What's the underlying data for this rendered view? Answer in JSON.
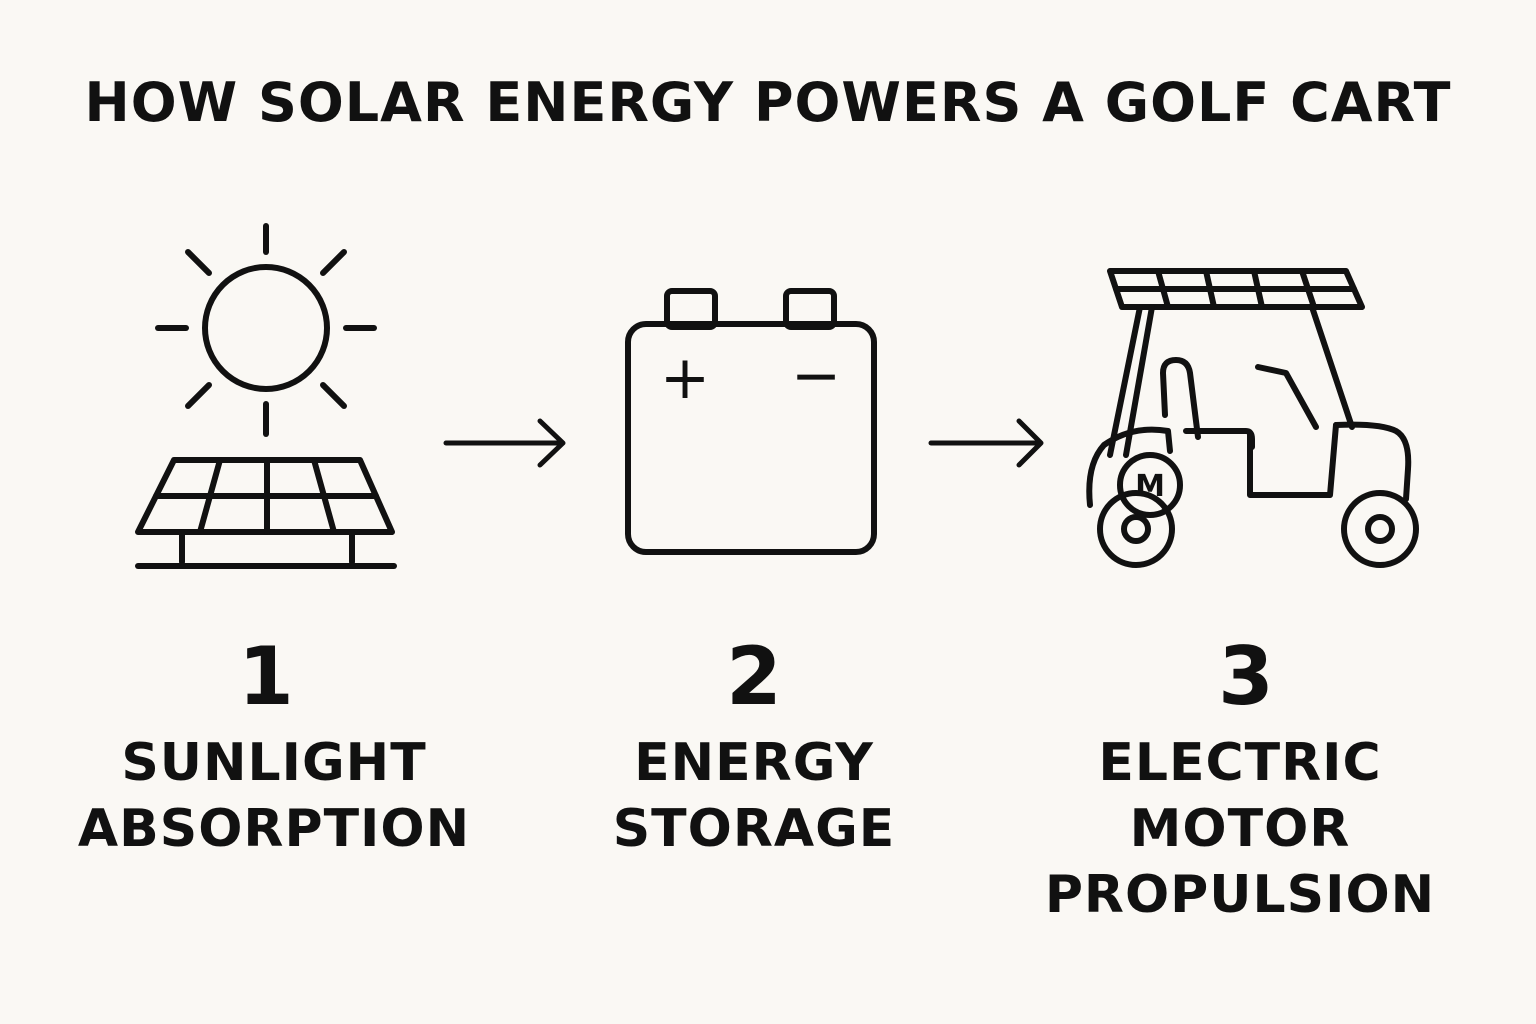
{
  "title": "HOW SOLAR ENERGY POWERS A GOLF CART",
  "steps": [
    {
      "number": "1",
      "lines": [
        "SUNLIGHT",
        "ABSORPTION"
      ],
      "icon": "sun-and-solar-panel-icon"
    },
    {
      "number": "2",
      "lines": [
        "ENERGY",
        "STORAGE"
      ],
      "icon": "battery-icon"
    },
    {
      "number": "3",
      "lines": [
        "ELECTRIC",
        "MOTOR",
        "PROPULSION"
      ],
      "icon": "solar-golf-cart-icon"
    }
  ],
  "battery": {
    "positive": "+",
    "negative": "−"
  },
  "motor_badge": "M",
  "colors": {
    "background": "#faf8f4",
    "ink": "#111111"
  }
}
